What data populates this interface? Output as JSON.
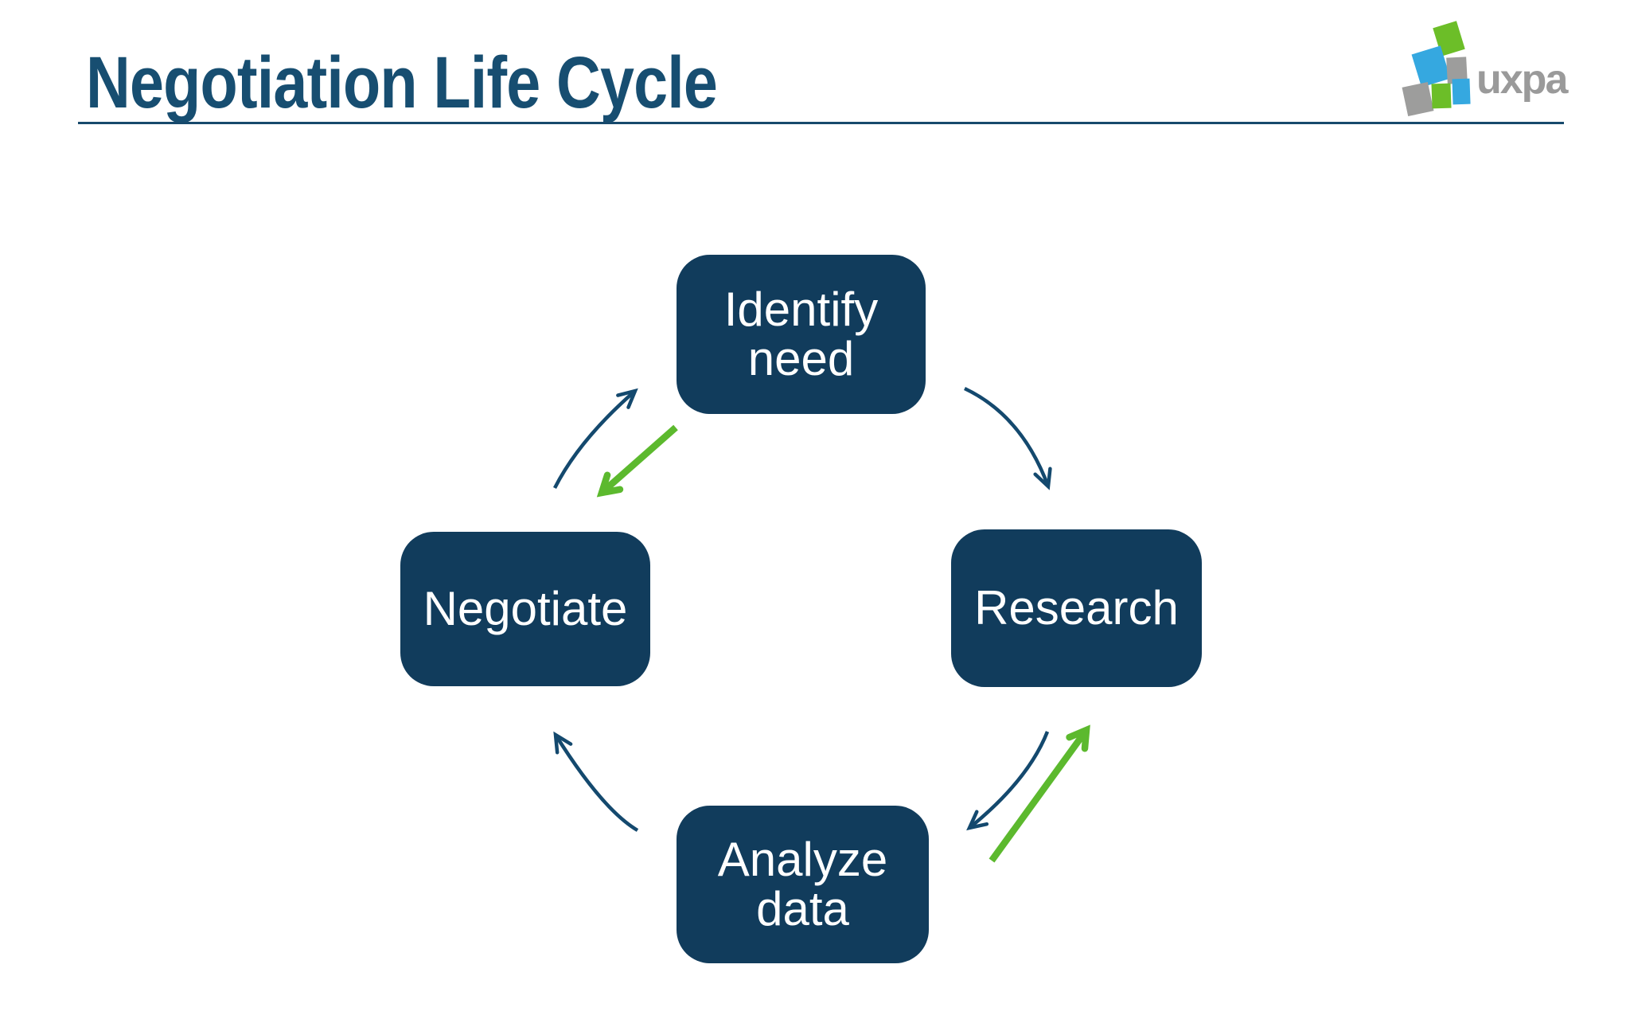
{
  "slide": {
    "title": "Negotiation Life Cycle",
    "logo": {
      "name": "uxpa",
      "text": "uxpa"
    },
    "diagram": {
      "type": "cycle",
      "nodes": [
        {
          "id": "identify-need",
          "label": "Identify need",
          "line1": "Identify",
          "line2": "need"
        },
        {
          "id": "research",
          "label": "Research",
          "line1": "Research",
          "line2": ""
        },
        {
          "id": "analyze-data",
          "label": "Analyze data",
          "line1": "Analyze",
          "line2": "data"
        },
        {
          "id": "negotiate",
          "label": "Negotiate",
          "line1": "Negotiate",
          "line2": ""
        }
      ],
      "clockwise_flow": [
        "Identify need",
        "Research",
        "Analyze data",
        "Negotiate"
      ],
      "green_shortcut_arrows": [
        {
          "from": "Identify need",
          "to": "Negotiate"
        },
        {
          "from": "Analyze data",
          "to": "Research"
        }
      ]
    },
    "colors": {
      "background": "#FFFFFF",
      "title_blue": "#174E71",
      "node_fill_navy": "#113C5C",
      "node_text": "#FFFFFF",
      "arrow_blue": "#14496E",
      "arrow_green": "#5CB92E",
      "logo_green": "#6CBE28",
      "logo_blue": "#35A8E0",
      "logo_gray": "#9D9D9C"
    }
  }
}
